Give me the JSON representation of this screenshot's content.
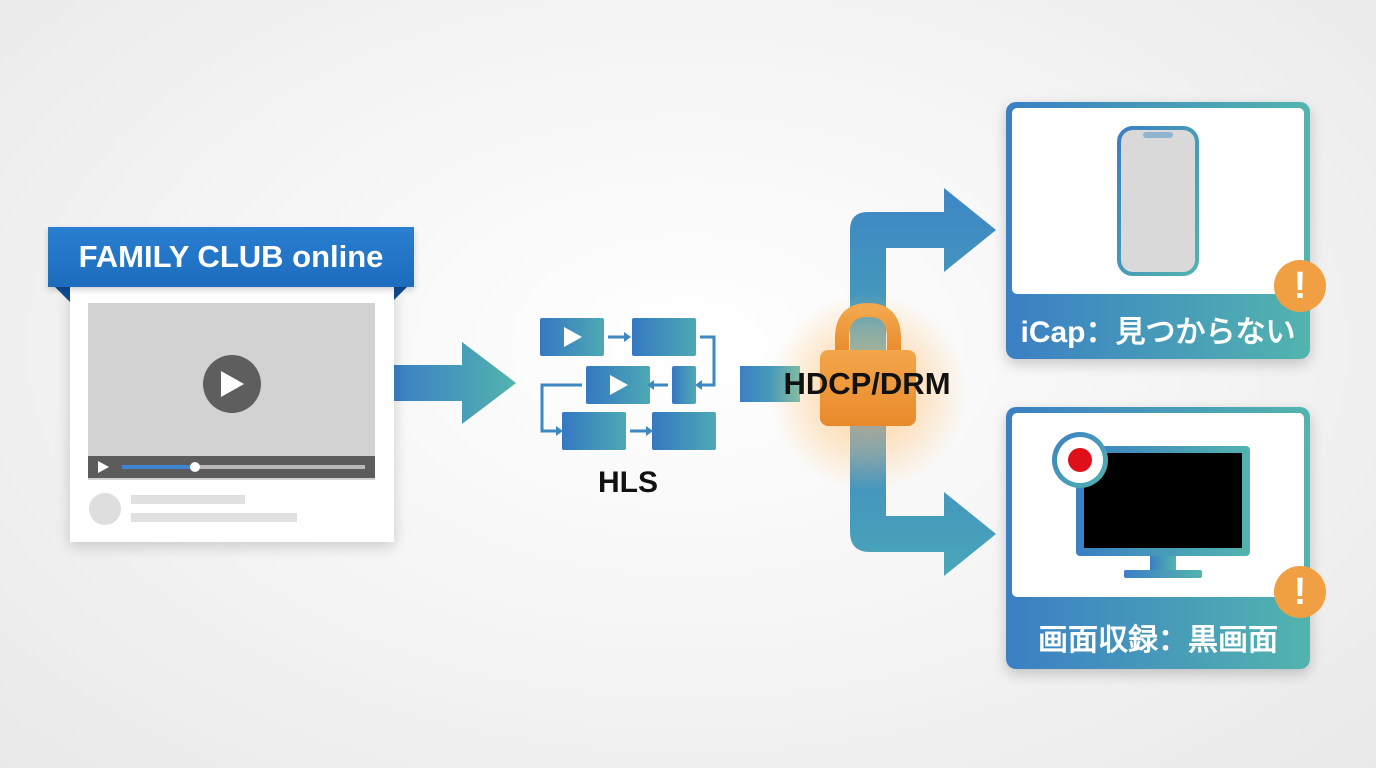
{
  "source": {
    "title": "FAMILY CLUB online",
    "progress_fraction": 0.3
  },
  "pipeline": {
    "label": "HLS"
  },
  "protection": {
    "label": "HDCP/DRM"
  },
  "outputs": [
    {
      "caption": "iCap：見つからない",
      "device": "smartphone-icon",
      "warning": "!"
    },
    {
      "caption": "画面収録：黒画面",
      "device": "monitor-icon",
      "warning": "!"
    }
  ],
  "colors": {
    "brand_blue": "#1d6cbe",
    "arrow_start": "#3b7fc4",
    "arrow_end": "#52b4ae",
    "lock_orange": "#f0a043",
    "record_red": "#e0101a"
  }
}
